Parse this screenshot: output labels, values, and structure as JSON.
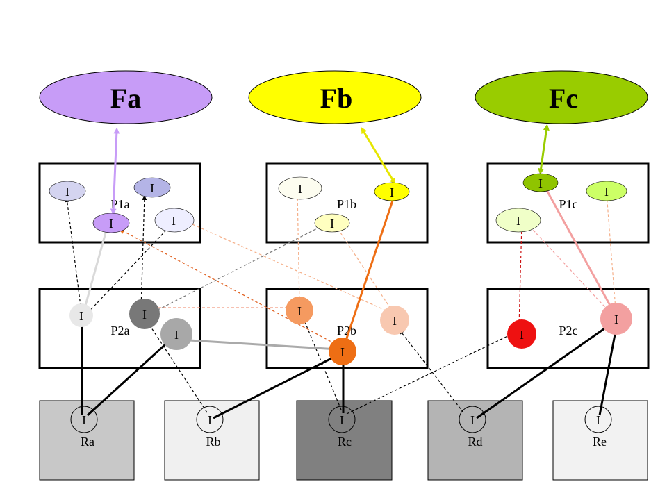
{
  "feature_labels": {
    "fa": "Fa",
    "fb": "Fb",
    "fc": "Fc"
  },
  "group_labels": {
    "p1a": "P1a",
    "p1b": "P1b",
    "p1c": "P1c",
    "p2a": "P2a",
    "p2b": "P2b",
    "p2c": "P2c"
  },
  "receptor_labels": {
    "ra": "Ra",
    "rb": "Rb",
    "rc": "Rc",
    "rd": "Rd",
    "re": "Re"
  },
  "node_glyph": "I",
  "colors": {
    "fa": "#c79cf7",
    "fb": "#ffff00",
    "fc": "#99cc00",
    "ra": "#c8c8c8",
    "rb": "#f0f0f0",
    "rc": "#808080",
    "rd": "#b4b4b4",
    "re": "#f2f2f2",
    "orange": "#ee6e14",
    "pink": "#f3a0a0",
    "red": "#ee1111"
  }
}
